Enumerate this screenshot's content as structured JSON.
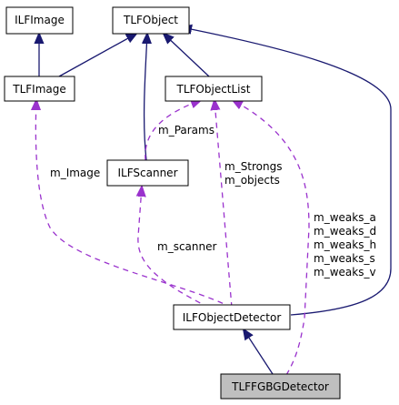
{
  "nodes": {
    "ilfimage_iface": "ILFImage",
    "tlfobject": "TLFObject",
    "tlfimage": "TLFImage",
    "tlfobjectlist": "TLFObjectList",
    "ilfscanner": "ILFScanner",
    "ilfobjectdetector": "ILFObjectDetector",
    "tlffgbgdetector": "TLFFGBGDetector"
  },
  "edges": {
    "params": "m_Params",
    "image": "m_Image",
    "scanner": "m_scanner",
    "strongs": [
      "m_Strongs",
      "m_objects"
    ],
    "weaks": [
      "m_weaks_a",
      "m_weaks_d",
      "m_weaks_h",
      "m_weaks_s",
      "m_weaks_v"
    ]
  },
  "colors": {
    "inheritance": "#191970",
    "association": "#9a32cd",
    "highlight_fill": "#bfbfbf"
  }
}
